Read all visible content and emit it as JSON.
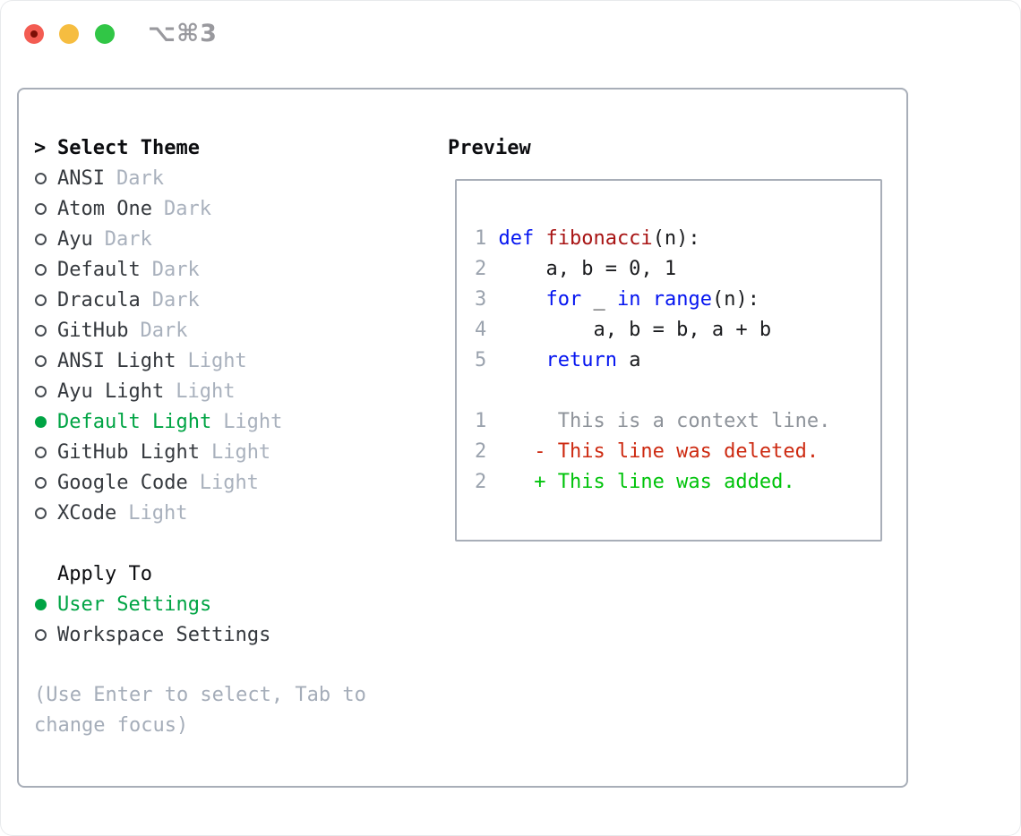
{
  "window": {
    "shortcut": "⌥⌘3",
    "traffic_lights": [
      "close",
      "minimize",
      "zoom"
    ]
  },
  "colors": {
    "selection_green": "#00a444",
    "diff_added_green": "#00c30b",
    "diff_deleted_red": "#cd2a11",
    "keyword_blue": "#0414f0",
    "function_red": "#a81414",
    "muted_gray": "#a9b1bd",
    "border_gray": "#a8aeb8",
    "traffic_red": "#f35c52",
    "traffic_yellow": "#f6bd40",
    "traffic_green": "#31c646"
  },
  "theme_list": {
    "heading_prefix": ">",
    "heading": "Select Theme",
    "items": [
      {
        "name": "ANSI",
        "variant": "Dark",
        "selected": false
      },
      {
        "name": "Atom One",
        "variant": "Dark",
        "selected": false
      },
      {
        "name": "Ayu",
        "variant": "Dark",
        "selected": false
      },
      {
        "name": "Default",
        "variant": "Dark",
        "selected": false
      },
      {
        "name": "Dracula",
        "variant": "Dark",
        "selected": false
      },
      {
        "name": "GitHub",
        "variant": "Dark",
        "selected": false
      },
      {
        "name": "ANSI Light",
        "variant": "Light",
        "selected": false
      },
      {
        "name": "Ayu Light",
        "variant": "Light",
        "selected": false
      },
      {
        "name": "Default Light",
        "variant": "Light",
        "selected": true
      },
      {
        "name": "GitHub Light",
        "variant": "Light",
        "selected": false
      },
      {
        "name": "Google Code",
        "variant": "Light",
        "selected": false
      },
      {
        "name": "XCode",
        "variant": "Light",
        "selected": false
      }
    ]
  },
  "apply_to": {
    "heading": "Apply To",
    "options": [
      {
        "label": "User Settings",
        "selected": true
      },
      {
        "label": "Workspace Settings",
        "selected": false
      }
    ]
  },
  "help": {
    "line1": "(Use Enter to select, Tab to",
    "line2": "change focus)"
  },
  "preview": {
    "heading": "Preview",
    "code": {
      "l1": {
        "num": "1",
        "kw": "def ",
        "fn": "fibonacci",
        "rest": "(n):"
      },
      "l2": {
        "num": "2",
        "pl": "    a, b = 0, 1"
      },
      "l3": {
        "num": "3",
        "pl1": "    ",
        "kw1": "for",
        "pl2": " _ ",
        "kw2": "in",
        "pl3": " ",
        "kw3": "range",
        "pl4": "(n):"
      },
      "l4": {
        "num": "4",
        "pl": "        a, b = b, a + b"
      },
      "l5": {
        "num": "5",
        "pl1": "    ",
        "kw": "return",
        "pl2": " a"
      }
    },
    "diff": {
      "context": {
        "num": "1",
        "text": "     This is a context line."
      },
      "deleted": {
        "num": "2",
        "text": "   - This line was deleted."
      },
      "added": {
        "num": "2",
        "text": "   + This line was added."
      }
    }
  }
}
